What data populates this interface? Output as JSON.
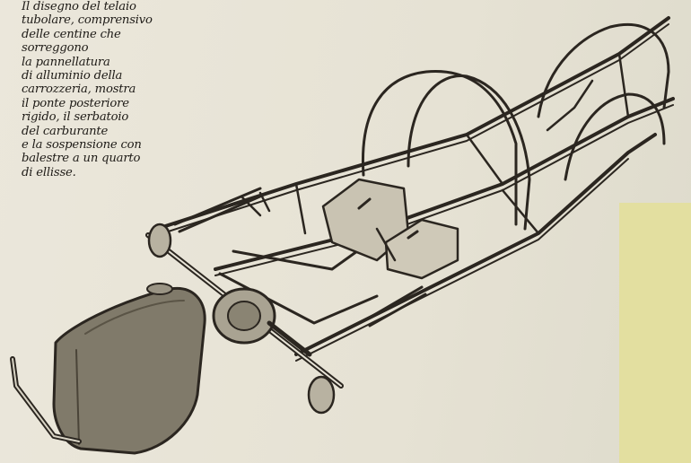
{
  "caption": {
    "lines": [
      "Il disegno del telaio",
      "tubolare, comprensivo",
      "delle centine che",
      "sorreggono",
      "la pannellatura",
      "di alluminio della",
      "carrozzeria, mostra",
      "il ponte posteriore",
      "rigido, il serbatoio",
      "del carburante",
      "e la sospensione con",
      "balestre a un quarto",
      "di ellisse."
    ]
  },
  "colors": {
    "paper": "#e9e5d8",
    "ink": "#1e1b17",
    "margin_highlight": "#e3dfa0"
  }
}
